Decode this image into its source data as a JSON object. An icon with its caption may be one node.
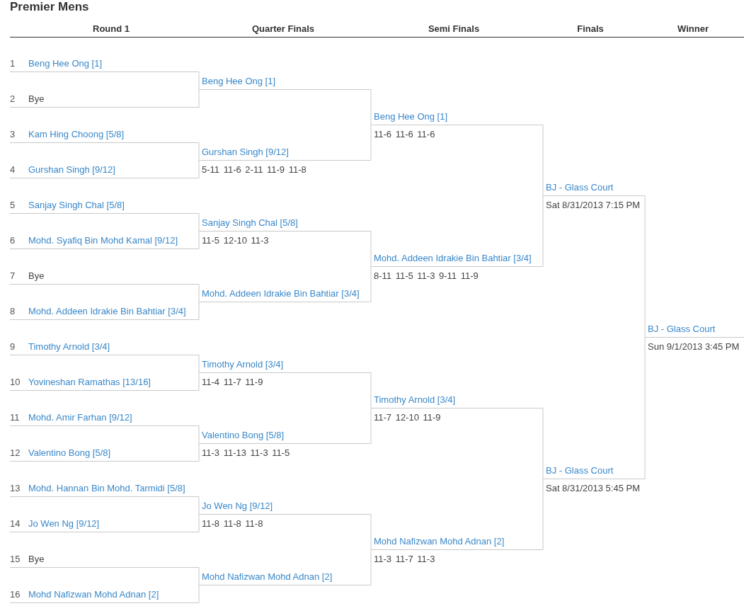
{
  "diagram": {
    "title": "Premier Mens",
    "nodes": [
      {
        "text": [
          "1",
          "Beng Hee Ong [1]"
        ]
      },
      {
        "text": [
          "2",
          "Bye"
        ]
      },
      {
        "text": [
          "3",
          "Kam Hing Choong [5/8]"
        ]
      },
      {
        "text": [
          "4",
          "Gurshan Singh [9/12]"
        ]
      },
      {
        "text": [
          "5",
          "Sanjay Singh Chal [5/8]"
        ]
      },
      {
        "text": [
          "6",
          "Mohd. Syafiq Bin Mohd Kamal [9/12]"
        ]
      },
      {
        "text": [
          "7",
          "Bye"
        ]
      },
      {
        "text": [
          "8",
          "Mohd. Addeen Idrakie Bin Bahtiar [3/4]"
        ]
      },
      {
        "text": [
          "9",
          "Timothy Arnold [3/4]"
        ]
      },
      {
        "text": [
          "10",
          "Yovineshan Ramathas [13/16]"
        ]
      },
      {
        "text": [
          "11",
          "Mohd. Amir Farhan [9/12]"
        ]
      },
      {
        "text": [
          "12",
          "Valentino Bong [5/8]"
        ]
      },
      {
        "text": [
          "13",
          "Mohd. Hannan Bin Mohd. Tarmidi [5/8]"
        ]
      },
      {
        "text": [
          "14",
          "Jo Wen Ng [9/12]"
        ]
      },
      {
        "text": [
          "15",
          "Bye"
        ]
      },
      {
        "text": [
          "16",
          "Mohd Nafizwan Mohd Adnan [2]"
        ]
      },
      {
        "text": [
          "Beng Hee Ong [1]"
        ]
      },
      {
        "text": [
          "Gurshan Singh [9/12]"
        ],
        "beside": [
          "5-11 11-6 2-11 11-9 11-8"
        ]
      },
      {
        "text": [
          "Sanjay Singh Chal [5/8]"
        ],
        "beside": [
          "11-5 12-10 11-3"
        ]
      },
      {
        "text": [
          "Mohd. Addeen Idrakie Bin Bahtiar [3/4]"
        ]
      },
      {
        "text": [
          "Timothy Arnold [3/4]"
        ],
        "beside": [
          "11-4 11-7 11-9"
        ]
      },
      {
        "text": [
          "Valentino Bong [5/8]"
        ],
        "beside": [
          "11-3 11-13 11-3 11-5"
        ]
      },
      {
        "text": [
          "Jo Wen Ng [9/12]"
        ],
        "beside": [
          "11-8 11-8 11-8"
        ]
      },
      {
        "text": [
          "Mohd Nafizwan Mohd Adnan [2]"
        ]
      },
      {
        "text": [
          "Beng Hee Ong [1]"
        ],
        "beside": [
          "11-6 11-6 11-6"
        ]
      },
      {
        "text": [
          "Mohd. Addeen Idrakie Bin Bahtiar [3/4]"
        ],
        "beside": [
          "8-11 11-5 11-3 9-11 11-9"
        ]
      },
      {
        "text": [
          "Timothy Arnold [3/4]"
        ],
        "beside": [
          "11-7 12-10 11-9"
        ]
      },
      {
        "text": [
          "Mohd Nafizwan Mohd Adnan [2]"
        ],
        "beside": [
          "11-3 11-7 11-3"
        ]
      },
      {
        "text": [
          "BJ - Glass Court"
        ],
        "beside": [
          "Sat 8/31/2013 7:15 PM"
        ]
      },
      {
        "text": [
          "BJ - Glass Court"
        ],
        "beside": [
          "Sat 8/31/2013 5:45 PM"
        ]
      },
      {
        "text": [
          "BJ - Glass Court"
        ],
        "beside": [
          "Sun 9/1/2013 3:45 PM"
        ]
      }
    ],
    "edges": [
      {
        "from": 0,
        "to": 16,
        "arrow": "none"
      },
      {
        "from": 1,
        "to": 16,
        "arrow": "none"
      },
      {
        "from": 2,
        "to": 17,
        "arrow": "none"
      },
      {
        "from": 3,
        "to": 17,
        "arrow": "none"
      },
      {
        "from": 4,
        "to": 18,
        "arrow": "none"
      },
      {
        "from": 5,
        "to": 18,
        "arrow": "none"
      },
      {
        "from": 6,
        "to": 19,
        "arrow": "none"
      },
      {
        "from": 7,
        "to": 19,
        "arrow": "none"
      },
      {
        "from": 8,
        "to": 20,
        "arrow": "none"
      },
      {
        "from": 9,
        "to": 20,
        "arrow": "none"
      },
      {
        "from": 10,
        "to": 21,
        "arrow": "none"
      },
      {
        "from": 11,
        "to": 21,
        "arrow": "none"
      },
      {
        "from": 12,
        "to": 22,
        "arrow": "none"
      },
      {
        "from": 13,
        "to": 22,
        "arrow": "none"
      },
      {
        "from": 14,
        "to": 23,
        "arrow": "none"
      },
      {
        "from": 15,
        "to": 23,
        "arrow": "none"
      },
      {
        "from": 16,
        "to": 24,
        "arrow": "none"
      },
      {
        "from": 17,
        "to": 24,
        "arrow": "none"
      },
      {
        "from": 18,
        "to": 25,
        "arrow": "none"
      },
      {
        "from": 19,
        "to": 25,
        "arrow": "none"
      },
      {
        "from": 20,
        "to": 26,
        "arrow": "none"
      },
      {
        "from": 21,
        "to": 26,
        "arrow": "none"
      },
      {
        "from": 22,
        "to": 27,
        "arrow": "none"
      },
      {
        "from": 23,
        "to": 27,
        "arrow": "none"
      },
      {
        "from": 24,
        "to": 28,
        "arrow": "none"
      },
      {
        "from": 25,
        "to": 28,
        "arrow": "none"
      },
      {
        "from": 26,
        "to": 29,
        "arrow": "none"
      },
      {
        "from": 27,
        "to": 29,
        "arrow": "none"
      },
      {
        "from": 28,
        "to": 30,
        "arrow": "none"
      },
      {
        "from": 29,
        "to": 30,
        "arrow": "none"
      }
    ],
    "labels": [
      "Round 1",
      "Quarter Finals",
      "Semi Finals",
      "Finals",
      "Winner"
    ]
  }
}
